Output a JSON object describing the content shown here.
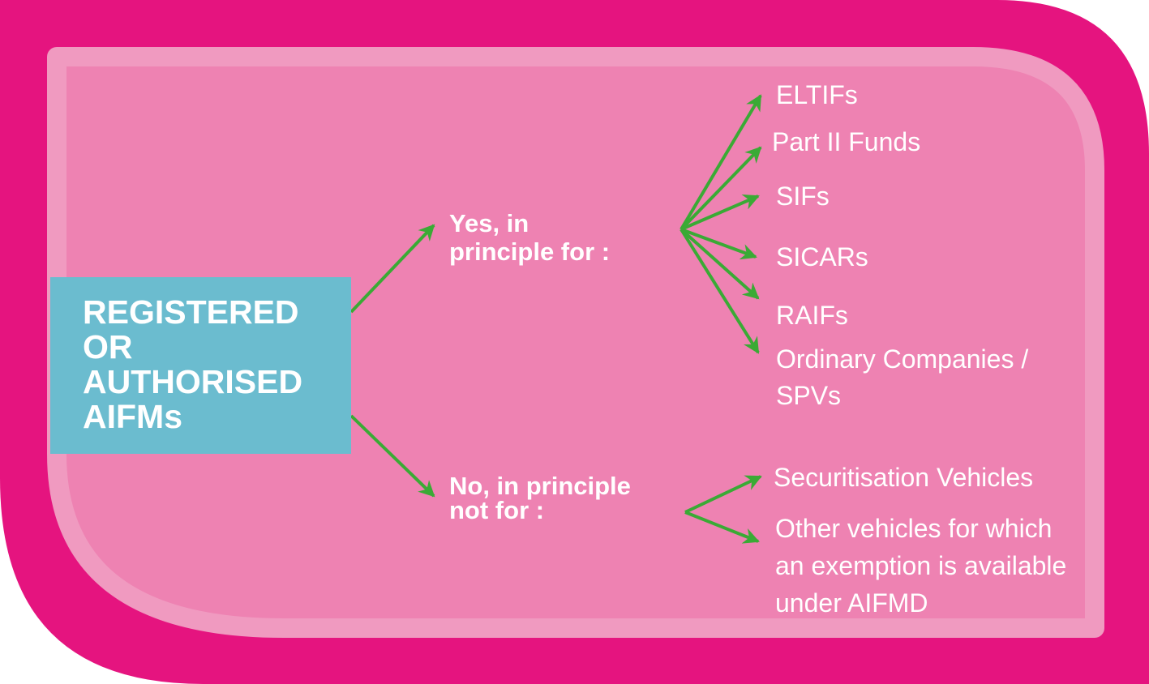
{
  "colors": {
    "frame": "#e5147f",
    "panel": "#ee82b2",
    "box": "#6bbccf",
    "arrow": "#3aaa35",
    "text": "#ffffff"
  },
  "root": {
    "lines": [
      "REGISTERED",
      "OR",
      "AUTHORISED",
      "AIFMs"
    ]
  },
  "yes": {
    "label_lines": [
      "Yes, in",
      "principle for :"
    ],
    "items": [
      "ELTIFs",
      "Part II Funds",
      "SIFs",
      "SICARs",
      "RAIFs",
      "Ordinary Companies /",
      "SPVs"
    ]
  },
  "no": {
    "label_lines": [
      "No, in principle",
      "not for :"
    ],
    "items": [
      "Securitisation Vehicles",
      "Other vehicles for which",
      "an exemption is available",
      "under AIFMD"
    ]
  }
}
